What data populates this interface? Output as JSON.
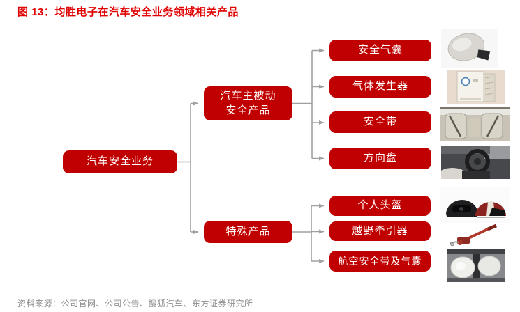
{
  "title": "图 13：均胜电子在汽车安全业务领域相关产品",
  "source_note": "资料来源：公司官网、公司公告、搜狐汽车、东方证券研究所",
  "tree": {
    "root": "汽车安全业务",
    "branch_passive": {
      "line1": "汽车主被动",
      "line2": "安全产品"
    },
    "branch_special": "特殊产品",
    "passive_products": [
      "安全气囊",
      "气体发生器",
      "安全带",
      "方向盘"
    ],
    "special_products": [
      "个人头盔",
      "越野牵引器",
      "航空安全带及气囊"
    ]
  },
  "photos": [
    "airbag-photo",
    "gas-generator-photo",
    "seatbelt-photo",
    "steering-wheel-photo",
    "helmet-photo",
    "winch-photo",
    "aviation-airbag-photo"
  ],
  "colors": {
    "node_fill": "#c00000",
    "node_text": "#ffffff",
    "title_text": "#e00000",
    "connector": "#a0a0a0",
    "source_text": "#8e8e8e"
  }
}
